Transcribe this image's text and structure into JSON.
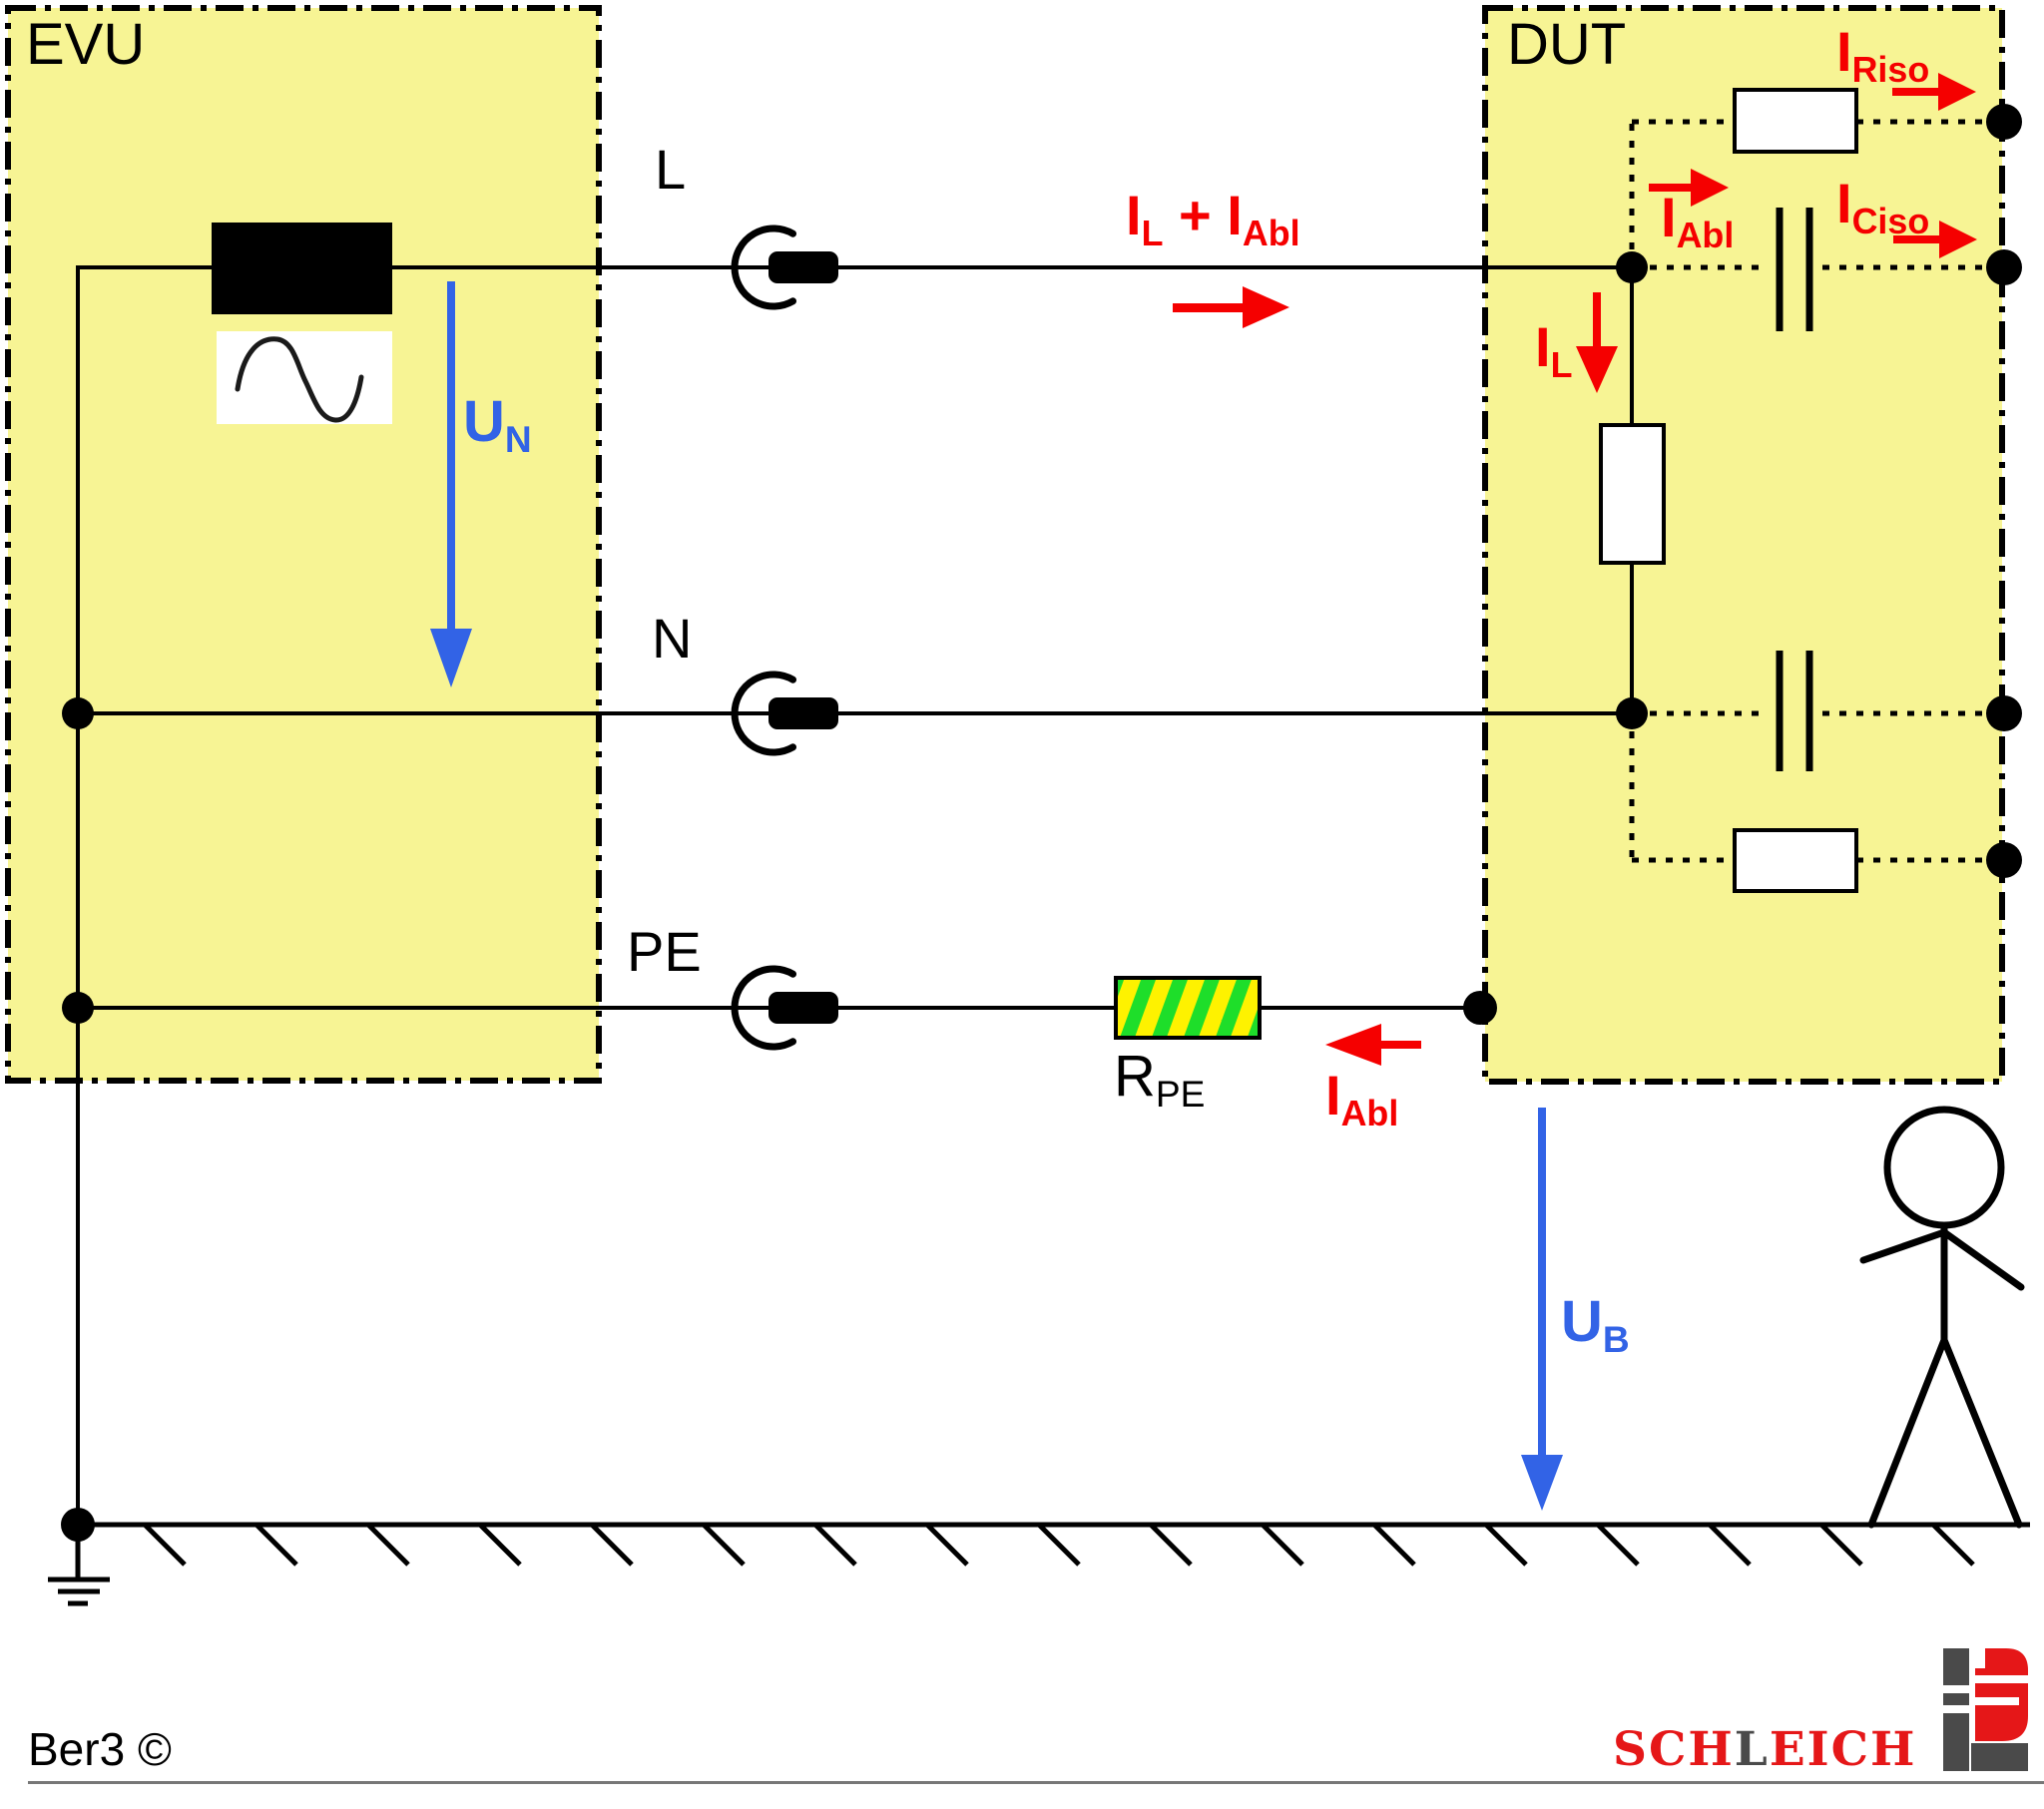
{
  "diagram": {
    "evu_label": "EVU",
    "dut_label": "DUT",
    "line_labels": {
      "l": "L",
      "n": "N",
      "pe": "PE"
    },
    "currents": {
      "l_plus_abl": {
        "i1": "I",
        "s1": "L",
        "plus": " + ",
        "i2": "I",
        "s2": "Abl"
      },
      "riso": {
        "main": "I",
        "sub": "Riso"
      },
      "ciso": {
        "main": "I",
        "sub": "Ciso"
      },
      "abl_top": {
        "main": "I",
        "sub": "Abl"
      },
      "il": {
        "main": "I",
        "sub": "L"
      },
      "abl_bottom": {
        "main": "I",
        "sub": "Abl"
      }
    },
    "voltages": {
      "un": {
        "main": "U",
        "sub": "N"
      },
      "ub": {
        "main": "U",
        "sub": "B"
      }
    },
    "rpe_label": {
      "main": "R",
      "sub": "PE"
    }
  },
  "footer": {
    "credit": "Ber3 ©",
    "brand": {
      "part1": "SCH",
      "part2": "L",
      "part3": "EICH"
    }
  },
  "colors": {
    "box_fill": "#f7f494",
    "wire": "#000000",
    "current_red": "#f50000",
    "voltage_blue": "#3263e6",
    "rpe_green": "#1ede2a",
    "rpe_yellow": "#fef200",
    "brand_red": "#e51718",
    "brand_gray": "#4a4a4a"
  }
}
